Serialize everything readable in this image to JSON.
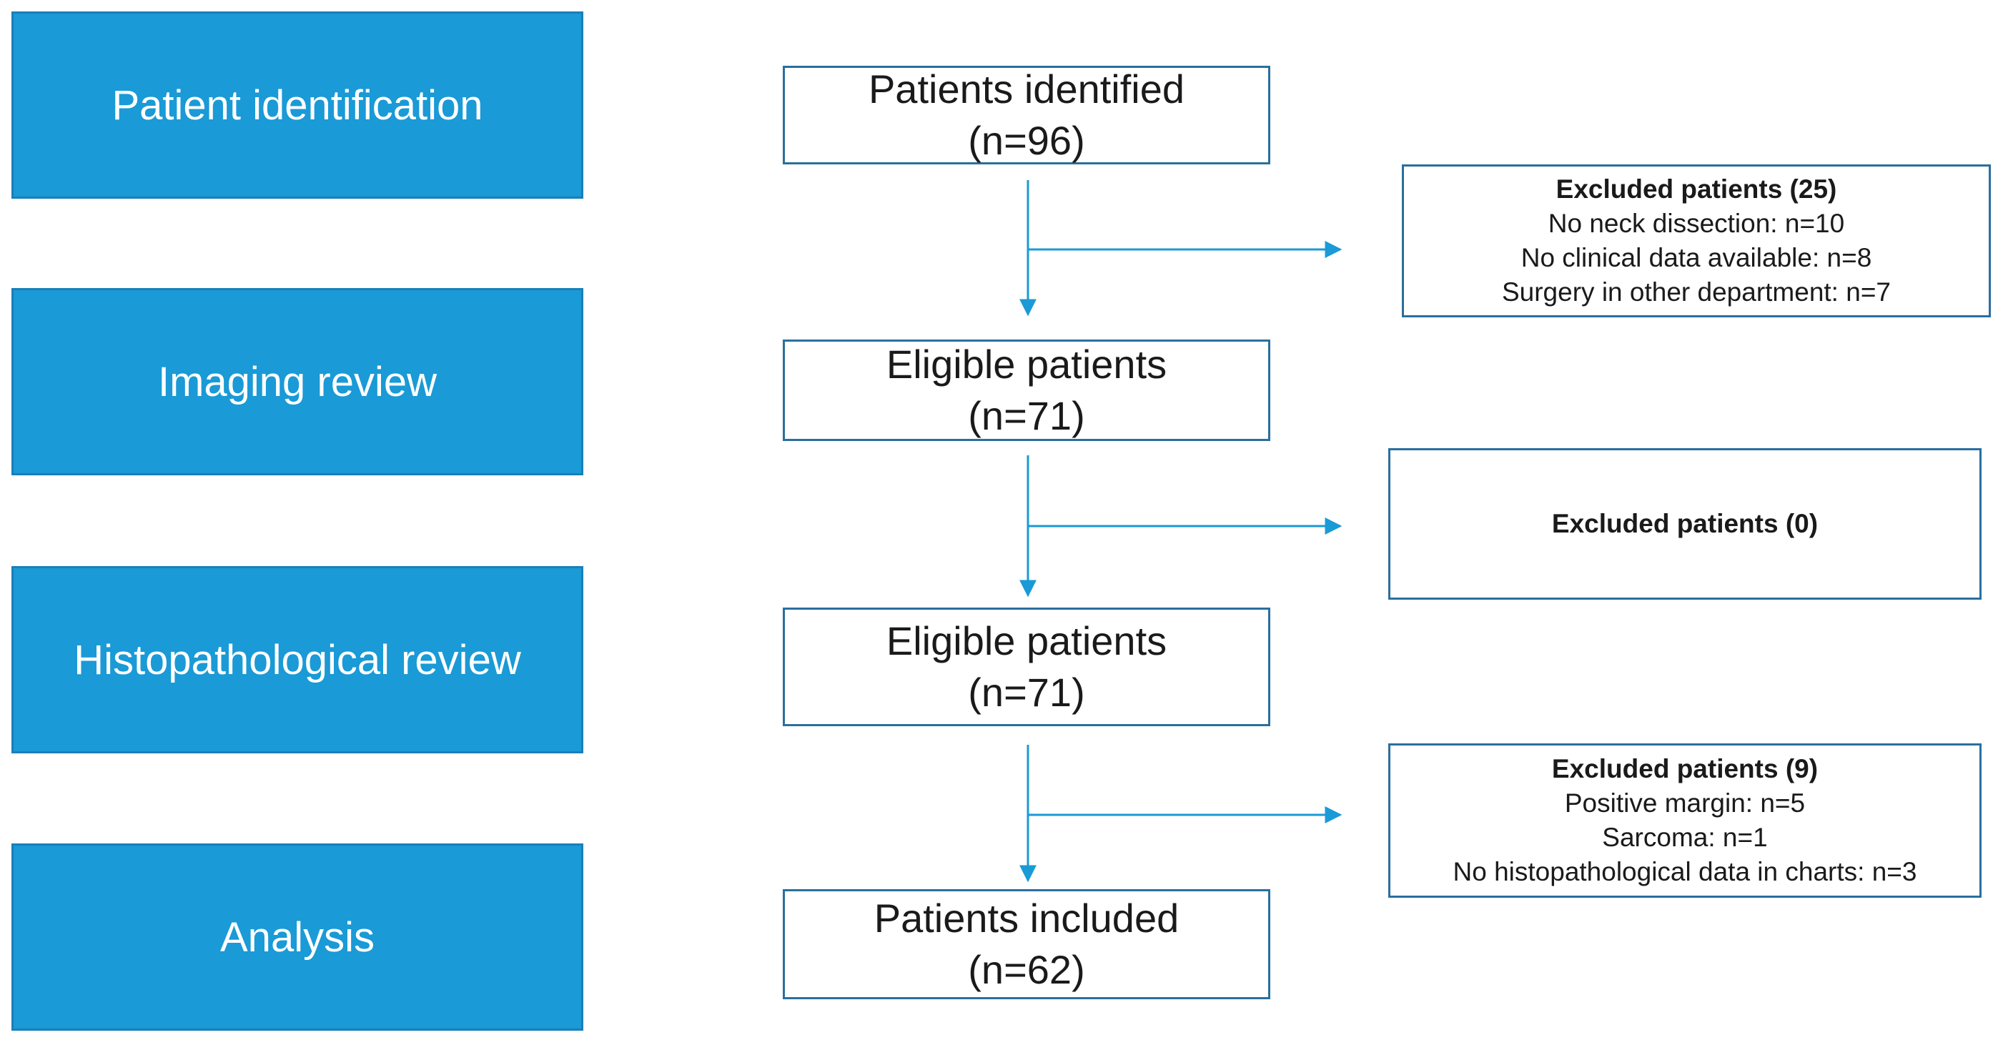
{
  "phases": [
    {
      "label": "Patient identification"
    },
    {
      "label": "Imaging review"
    },
    {
      "label": "Histopathological review"
    },
    {
      "label": "Analysis"
    }
  ],
  "flow": [
    {
      "title": "Patients identified",
      "count": "(n=96)"
    },
    {
      "title": "Eligible patients",
      "count": "(n=71)"
    },
    {
      "title": "Eligible patients",
      "count": "(n=71)"
    },
    {
      "title": "Patients included",
      "count": "(n=62)"
    }
  ],
  "exclusions": [
    {
      "title": "Excluded patients (25)",
      "lines": [
        "No neck dissection: n=10",
        "No clinical data available:  n=8",
        "Surgery in other department: n=7"
      ]
    },
    {
      "title": "Excluded patients (0)",
      "lines": []
    },
    {
      "title": "Excluded patients (9)",
      "lines": [
        "Positive margin:  n=5",
        "Sarcoma: n=1",
        "No histopathological data in charts:  n=3"
      ]
    }
  ],
  "colors": {
    "phase_fill": "#1a9ad6",
    "box_border": "#2a6f9e",
    "arrow": "#1a9ad6"
  }
}
